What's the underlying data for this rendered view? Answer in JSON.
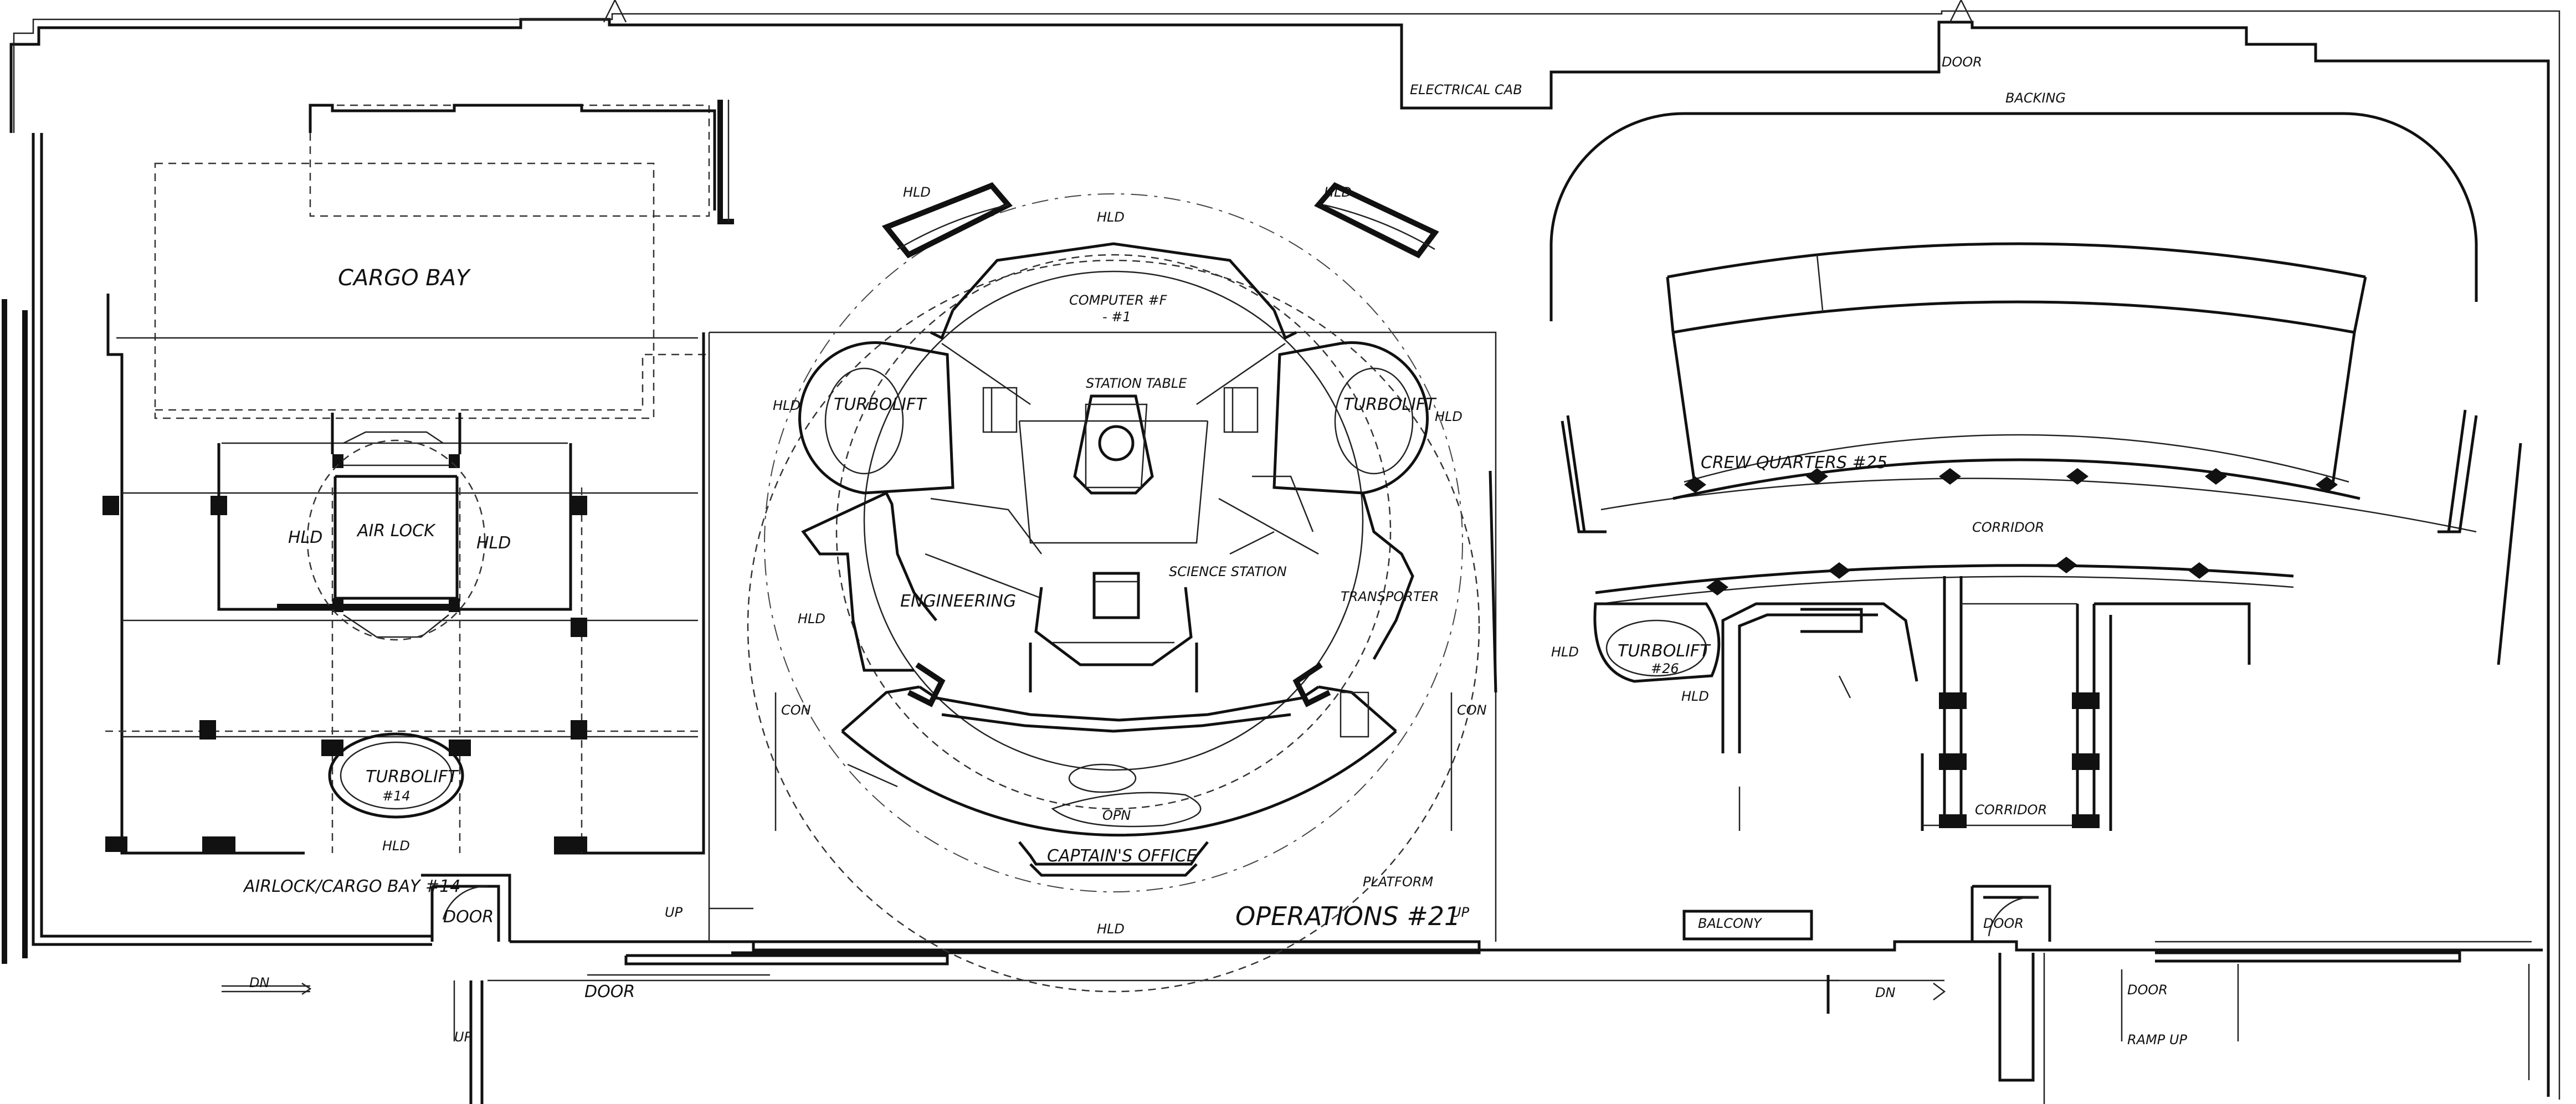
{
  "labels": {
    "cargo_bay": "CARGO BAY",
    "air_lock": "AIR LOCK",
    "turbolift_left": "TURBOLIFT",
    "turbolift_left_num": "#14",
    "airlock_cargo_bay": "AIRLOCK/CARGO BAY #14",
    "door_left": "DOOR",
    "door_bottom": "DOOR",
    "electrical_cab": "ELECTRICAL CAB",
    "door_top": "DOOR",
    "backing": "BACKING",
    "computer": "COMPUTER #F",
    "computer_num": "- #1",
    "station_table": "STATION TABLE",
    "turbolift_ops_left": "TURBOLIFT",
    "turbolift_ops_right": "TURBOLIFT",
    "engineering": "ENGINEERING",
    "science_station": "SCIENCE STATION",
    "transporter": "TRANSPORTER",
    "captains_office": "CAPTAIN'S OFFICE",
    "operations": "OPERATIONS #21",
    "platform": "PLATFORM",
    "crew_quarters": "CREW QUARTERS #25",
    "corridor_top": "CORRIDOR",
    "corridor_bottom": "CORRIDOR",
    "turbolift_right": "TURBOLIFT",
    "turbolift_right_num": "#26",
    "balcony": "BALCONY",
    "door_right": "DOOR",
    "door_far_right": "DOOR",
    "ramp_up": "RAMP UP",
    "dn_left": "DN",
    "dn_right": "DN",
    "up": "UP",
    "hld": "HLD",
    "con": "CON",
    "opn": "OPN"
  }
}
